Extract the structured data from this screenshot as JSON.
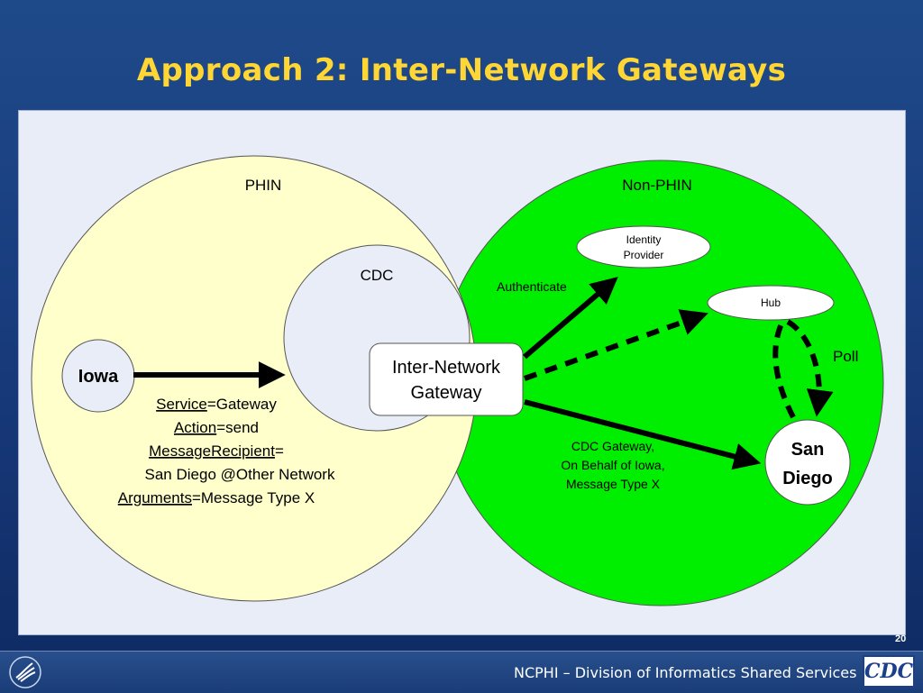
{
  "slide": {
    "title": "Approach 2: Inter-Network Gateways",
    "page_number": "20",
    "footer": "NCPHI – Division of Informatics Shared Services",
    "cdc_logo_text": "CDC"
  },
  "diagram": {
    "phin_label": "PHIN",
    "non_phin_label": "Non-PHIN",
    "cdc_label": "CDC",
    "iowa_label": "Iowa",
    "gateway_label_line1": "Inter-Network",
    "gateway_label_line2": "Gateway",
    "identity_line1": "Identity",
    "identity_line2": "Provider",
    "hub_label": "Hub",
    "san_diego_line1": "San",
    "san_diego_line2": "Diego",
    "authenticate_label": "Authenticate",
    "poll_label": "Poll",
    "message": {
      "service_key": "Service",
      "service_val": "=Gateway",
      "action_key": "Action",
      "action_val": "=send",
      "recipient_key": "MessageRecipient",
      "recipient_val": "=",
      "recipient_line2": "San Diego @Other Network",
      "arguments_key": "Arguments",
      "arguments_val": "=Message Type X"
    },
    "delivery_line1": "CDC Gateway,",
    "delivery_line2": "On Behalf of Iowa,",
    "delivery_line3": "Message Type X"
  },
  "colors": {
    "phin_fill": "#ffffcc",
    "non_phin_fill": "#00ee00",
    "title": "#ffd633",
    "background": "#1a3d78"
  }
}
